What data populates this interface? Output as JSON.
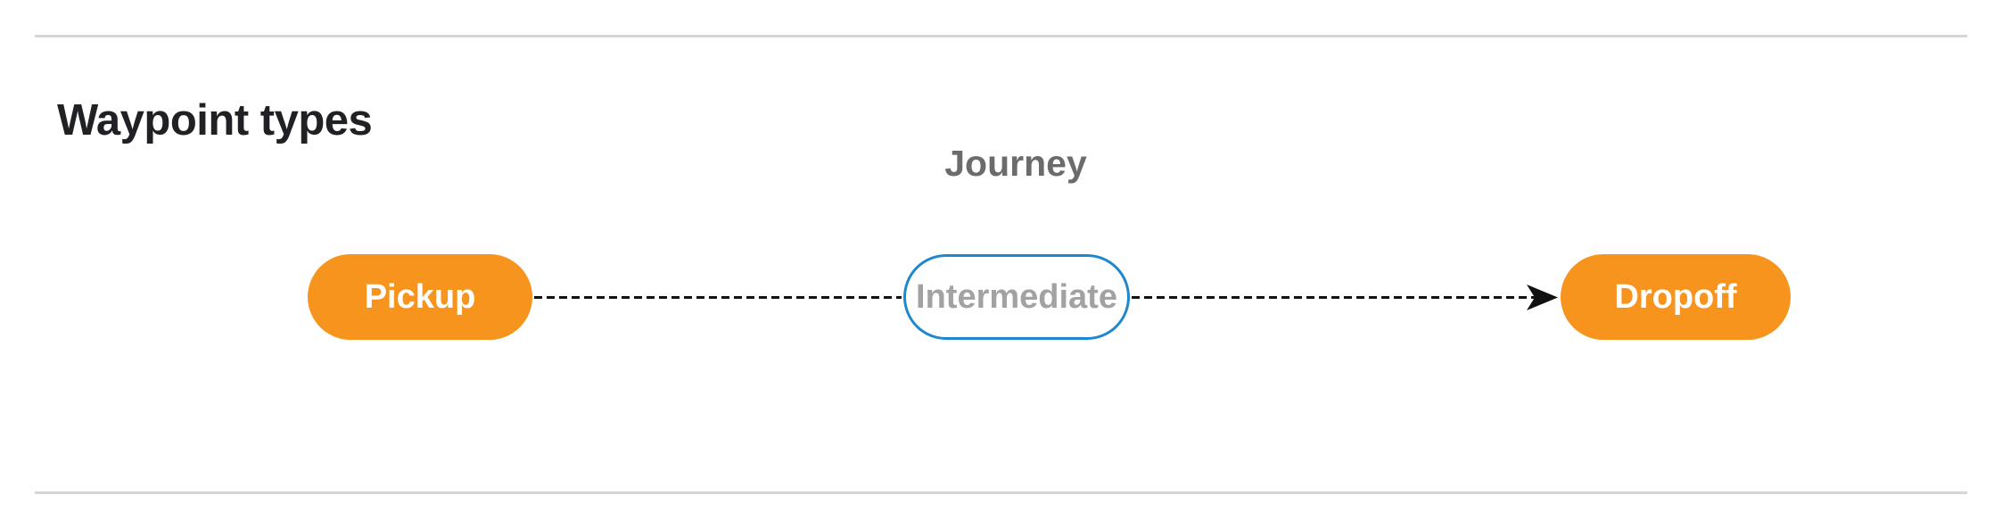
{
  "page": {
    "title": "Waypoint types"
  },
  "diagram": {
    "label": "Journey",
    "nodes": [
      {
        "id": "pickup",
        "label": "Pickup",
        "type": "endpoint"
      },
      {
        "id": "intermediate",
        "label": "Intermediate",
        "type": "intermediate"
      },
      {
        "id": "dropoff",
        "label": "Dropoff",
        "type": "endpoint"
      }
    ],
    "connector_style": "dashed-arrow",
    "colors": {
      "endpoint_fill": "#f7941e",
      "endpoint_text": "#ffffff",
      "intermediate_border": "#1e88cf",
      "intermediate_text": "#a2a2a2",
      "connector": "#111111",
      "journey_label_text": "#6b6b6b",
      "title_text": "#202124",
      "divider": "#d6d6d6"
    }
  }
}
